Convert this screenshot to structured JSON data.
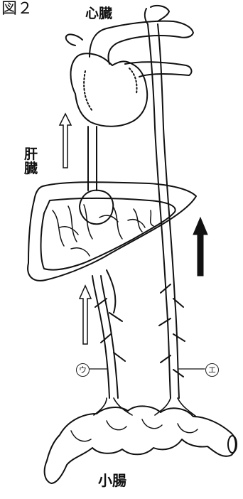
{
  "figure": {
    "label": "図２",
    "heart_label": "心臓",
    "liver_label": "肝臓",
    "intestine_label": "小腸",
    "marker_u": "ウ",
    "marker_e": "エ"
  }
}
